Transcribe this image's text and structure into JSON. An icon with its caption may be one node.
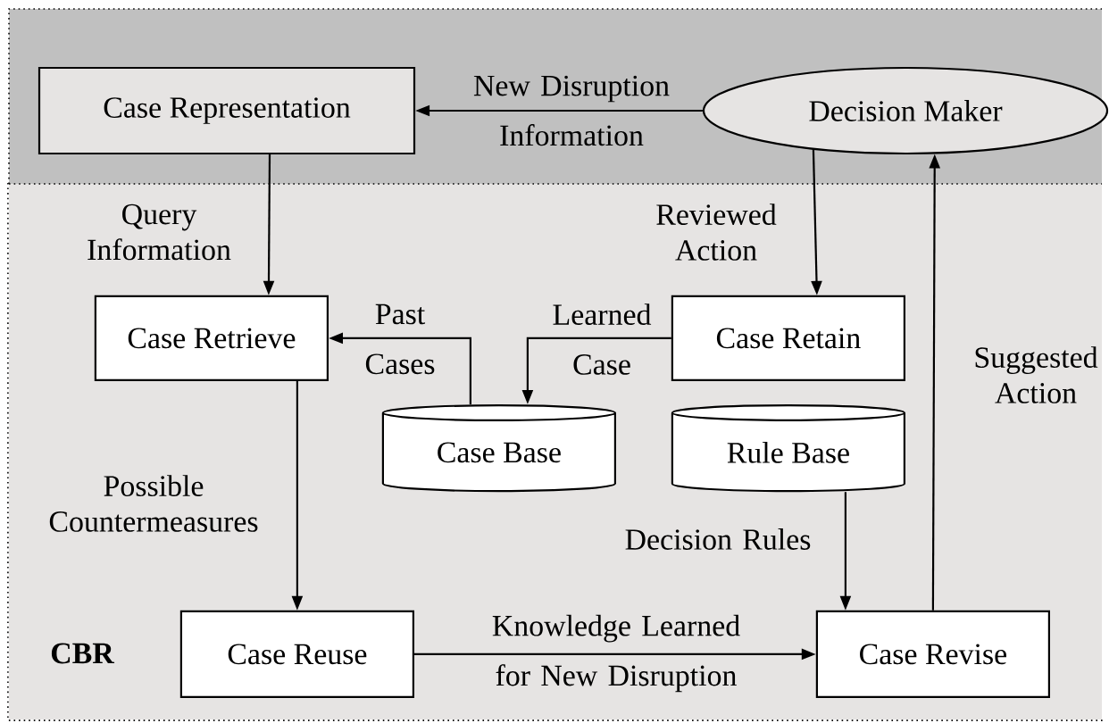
{
  "diagram": {
    "nodes": [
      {
        "text": [
          "Case Representation"
        ]
      },
      {
        "text": [
          "Decision Maker"
        ]
      },
      {
        "text": [
          "CBR"
        ]
      },
      {
        "text": [
          "Case Retrieve"
        ],
        "in": 2
      },
      {
        "text": [
          "Case Retain"
        ],
        "in": 2
      },
      {
        "text": [
          "Case Base"
        ],
        "in": 2
      },
      {
        "text": [
          "Rule Base"
        ],
        "in": 2
      },
      {
        "text": [
          "Case Reuse"
        ],
        "in": 2
      },
      {
        "text": [
          "Case Revise"
        ],
        "in": 2
      }
    ],
    "edges": [
      {
        "from": 1,
        "to": 0,
        "arrow": "to",
        "label": "New Disruption Information"
      },
      {
        "from": 0,
        "to": 3,
        "arrow": "to",
        "label": "Query Information"
      },
      {
        "from": 1,
        "to": 4,
        "arrow": "to",
        "label": "Reviewed Action"
      },
      {
        "from": 5,
        "to": 3,
        "arrow": "to",
        "label": "Past Cases"
      },
      {
        "from": 4,
        "to": 5,
        "arrow": "to",
        "label": "Learned Case"
      },
      {
        "from": 3,
        "to": 7,
        "arrow": "to",
        "label": "Possible Countermeasures"
      },
      {
        "from": 6,
        "to": 8,
        "arrow": "to",
        "label": "Decision Rules"
      },
      {
        "from": 7,
        "to": 8,
        "arrow": "to",
        "label": "Knowledge Learned for New Disruption"
      },
      {
        "from": 8,
        "to": 1,
        "arrow": "to",
        "label": "Suggested Action"
      }
    ]
  }
}
